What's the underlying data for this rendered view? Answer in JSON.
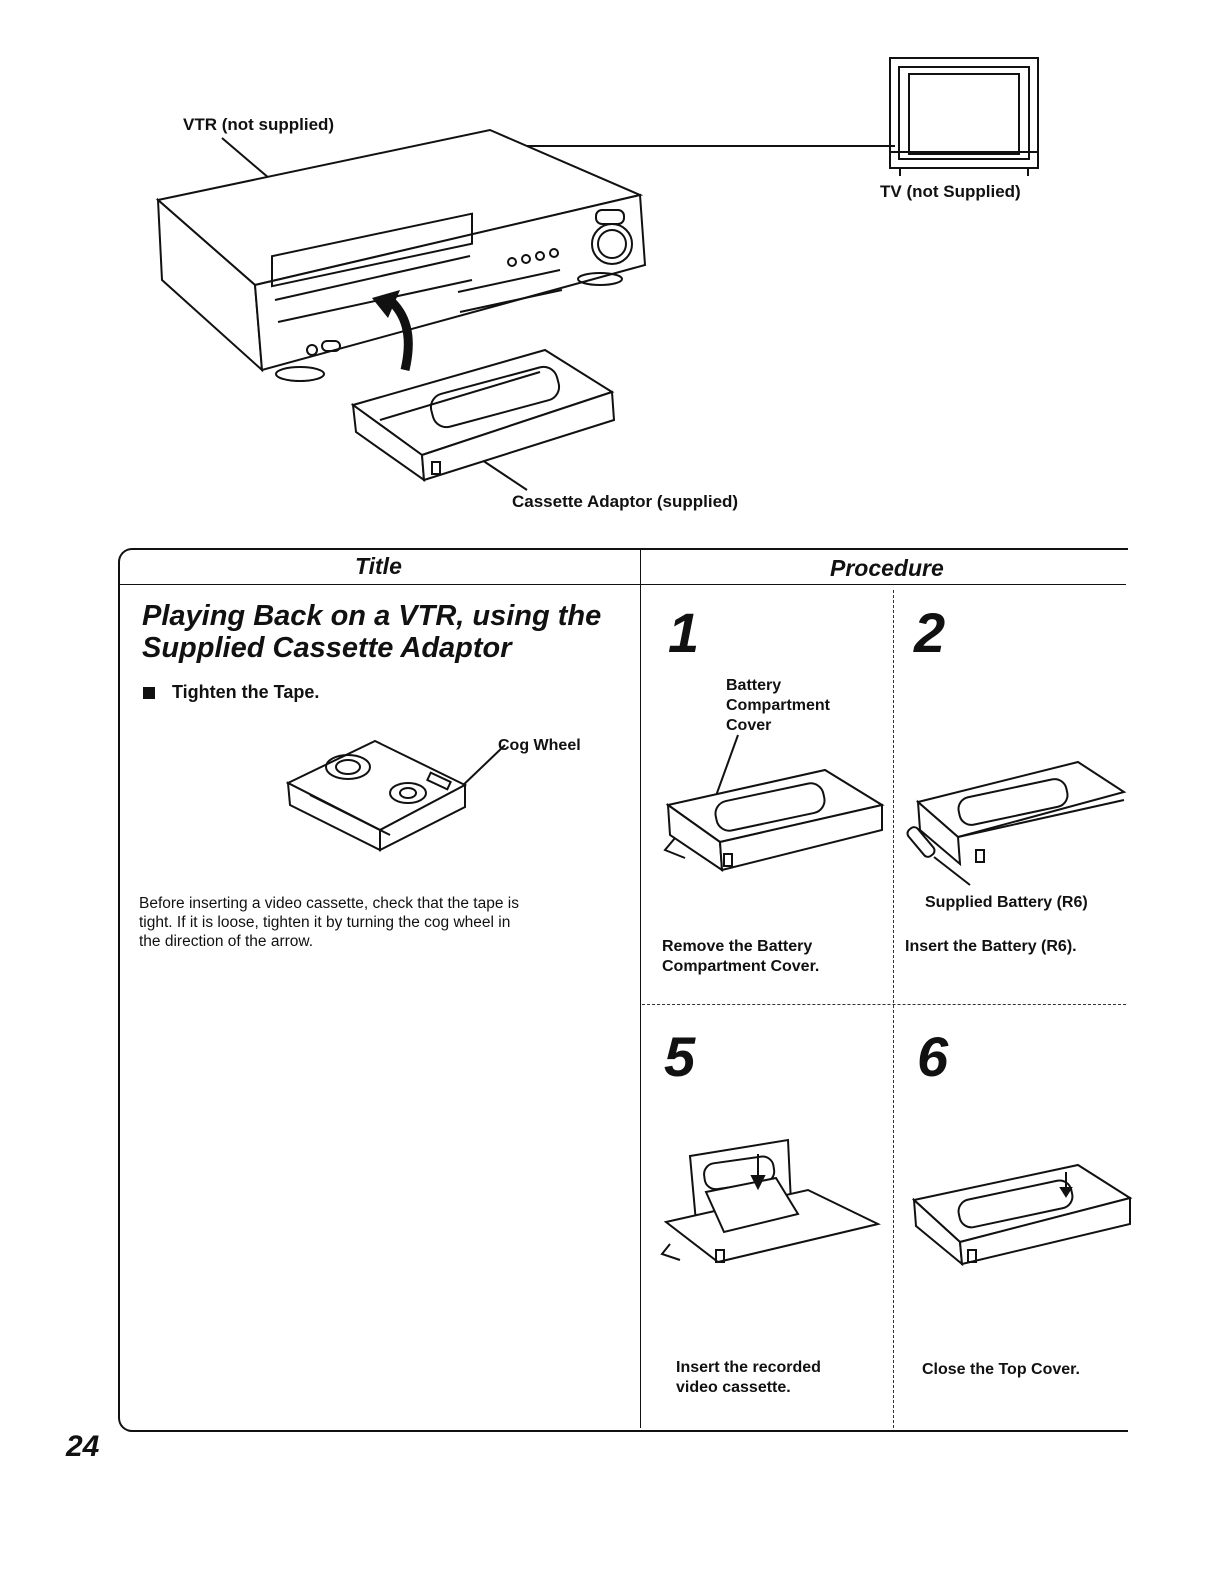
{
  "illustration": {
    "vtr_label": "VTR (not supplied)",
    "tv_label": "TV (not Supplied)",
    "adaptor_label": "Cassette Adaptor (supplied)"
  },
  "table": {
    "header_title": "Title",
    "header_procedure": "Procedure",
    "section_title_line1": "Playing Back on a VTR, using the",
    "section_title_line2": "Supplied Cassette Adaptor",
    "bullet_icon": "square-bullet",
    "bullet_text": "Tighten the Tape.",
    "cog_label": "Cog Wheel",
    "description": [
      "Before inserting a video cassette, check that the tape is",
      "tight. If it is loose, tighten it by turning the cog wheel in",
      "the direction of the arrow."
    ]
  },
  "steps": [
    {
      "number": "1",
      "callout": [
        "Battery",
        "Compartment",
        "Cover"
      ],
      "caption": [
        "Remove the Battery",
        "Compartment Cover."
      ]
    },
    {
      "number": "2",
      "callout": [
        "Supplied Battery (R6)"
      ],
      "caption": [
        "Insert the Battery (R6)."
      ]
    },
    {
      "number": "5",
      "caption": [
        "Insert the recorded",
        "video cassette."
      ]
    },
    {
      "number": "6",
      "caption": [
        "Close the Top Cover."
      ]
    }
  ],
  "page_number": "24"
}
